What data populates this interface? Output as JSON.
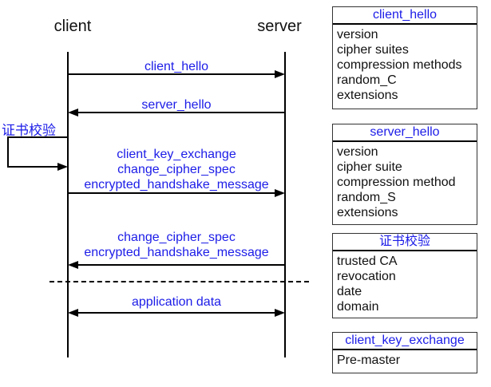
{
  "diagram": {
    "client_label": "client",
    "server_label": "server",
    "cert_check_label": "证书校验",
    "messages": {
      "client_hello": {
        "lines": [
          "client_hello"
        ]
      },
      "server_hello": {
        "lines": [
          "server_hello"
        ]
      },
      "client_key_exchange": {
        "lines": [
          "client_key_exchange",
          "change_cipher_spec",
          "encrypted_handshake_message"
        ]
      },
      "change_cipher_spec": {
        "lines": [
          "change_cipher_spec",
          "encrypted_handshake_message"
        ]
      },
      "application_data": {
        "lines": [
          "application data"
        ]
      }
    }
  },
  "boxes": [
    {
      "title": "client_hello",
      "items": [
        "version",
        "cipher suites",
        "compression methods",
        "random_C",
        "extensions"
      ]
    },
    {
      "title": "server_hello",
      "items": [
        "version",
        "cipher suite",
        "compression method",
        "random_S",
        "extensions"
      ]
    },
    {
      "title": "证书校验",
      "items": [
        "trusted CA",
        "revocation",
        "date",
        "domain"
      ]
    },
    {
      "title": "client_key_exchange",
      "items": [
        "Pre-master"
      ]
    }
  ],
  "colors": {
    "accent_blue": "#1c1ce8",
    "line_black": "#000000",
    "background": "#ffffff"
  }
}
